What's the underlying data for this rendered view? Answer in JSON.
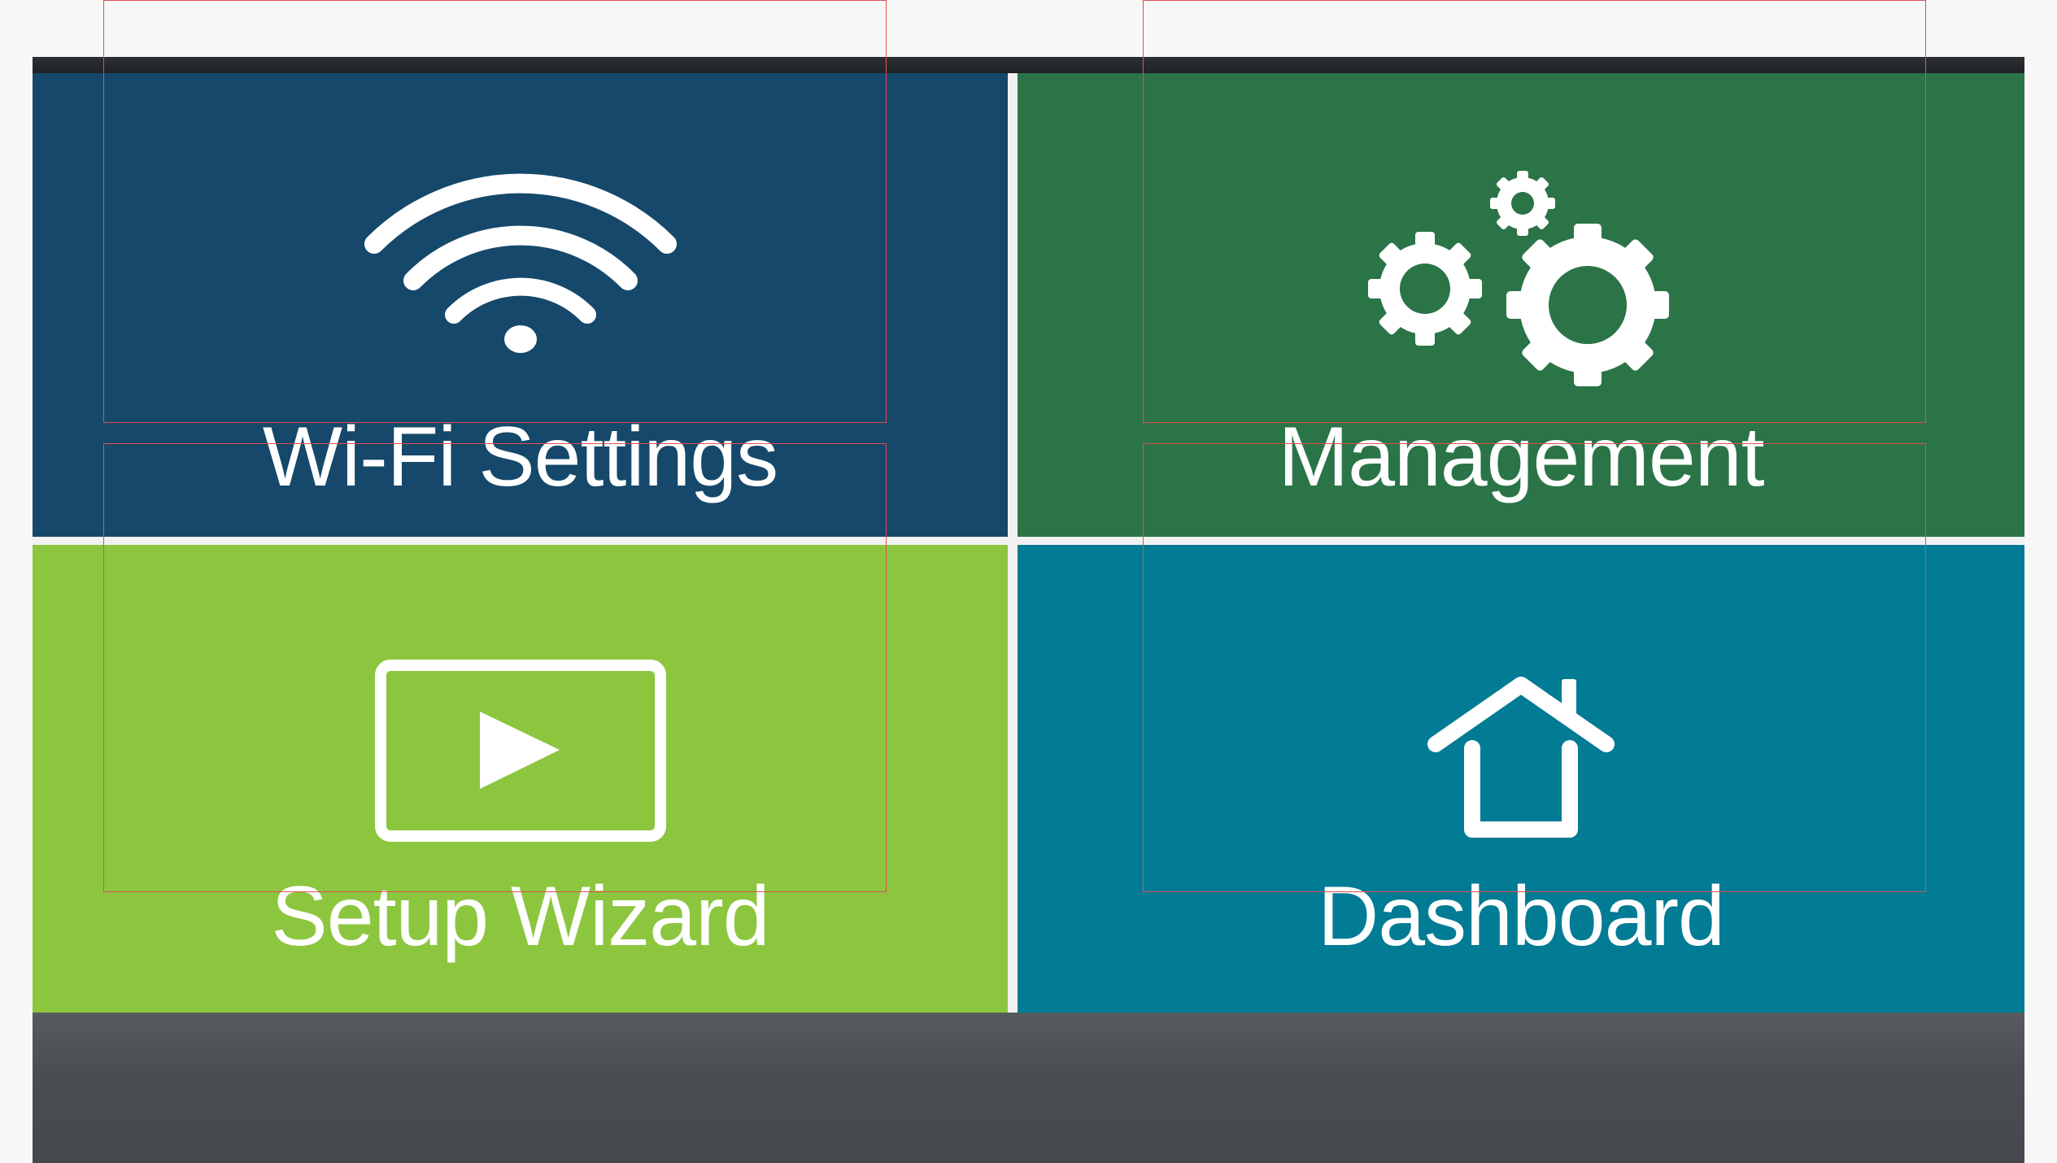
{
  "colors": {
    "wifi_tile": "#15486a",
    "management_tile": "#2a7447",
    "setup_tile": "#8cc63f",
    "dashboard_tile": "#027b94",
    "icon_and_text": "#ffffff",
    "bottom_bar": "#4a4e53"
  },
  "menu": {
    "tiles": [
      {
        "label": "Wi-Fi Settings",
        "icon": "wifi-icon"
      },
      {
        "label": "Management",
        "icon": "gears-icon"
      },
      {
        "label": "Setup Wizard",
        "icon": "play-icon"
      },
      {
        "label": "Dashboard",
        "icon": "house-icon"
      }
    ]
  }
}
